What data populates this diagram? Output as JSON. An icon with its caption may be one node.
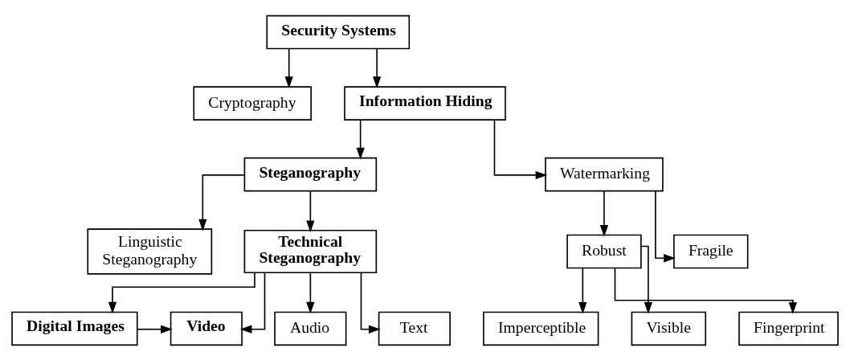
{
  "diagram": {
    "nodes": [
      {
        "text": [
          "Security Systems"
        ]
      },
      {
        "text": [
          "Cryptography"
        ]
      },
      {
        "text": [
          "Information Hiding"
        ]
      },
      {
        "text": [
          "Steganography"
        ]
      },
      {
        "text": [
          "Watermarking"
        ]
      },
      {
        "text": [
          "Linguistic Steganography"
        ]
      },
      {
        "text": [
          "Technical Steganography"
        ]
      },
      {
        "text": [
          "Robust"
        ]
      },
      {
        "text": [
          "Fragile"
        ]
      },
      {
        "text": [
          "Digital Images"
        ]
      },
      {
        "text": [
          "Video"
        ]
      },
      {
        "text": [
          "Audio"
        ]
      },
      {
        "text": [
          "Text"
        ]
      },
      {
        "text": [
          "Imperceptible"
        ]
      },
      {
        "text": [
          "Visible"
        ]
      },
      {
        "text": [
          "Fingerprint"
        ]
      }
    ],
    "edges": [
      {
        "from": 0,
        "to": 1,
        "arrow": "to"
      },
      {
        "from": 0,
        "to": 2,
        "arrow": "to"
      },
      {
        "from": 2,
        "to": 3,
        "arrow": "to"
      },
      {
        "from": 2,
        "to": 4,
        "arrow": "to"
      },
      {
        "from": 3,
        "to": 5,
        "arrow": "to"
      },
      {
        "from": 3,
        "to": 6,
        "arrow": "to"
      },
      {
        "from": 4,
        "to": 7,
        "arrow": "to"
      },
      {
        "from": 4,
        "to": 8,
        "arrow": "to"
      },
      {
        "from": 6,
        "to": 9,
        "arrow": "to"
      },
      {
        "from": 6,
        "to": 10,
        "arrow": "to"
      },
      {
        "from": 6,
        "to": 11,
        "arrow": "to"
      },
      {
        "from": 6,
        "to": 12,
        "arrow": "to"
      },
      {
        "from": 9,
        "to": 10,
        "arrow": "to"
      },
      {
        "from": 7,
        "to": 13,
        "arrow": "to"
      },
      {
        "from": 7,
        "to": 14,
        "arrow": "to"
      },
      {
        "from": 7,
        "to": 15,
        "arrow": "to"
      }
    ]
  }
}
